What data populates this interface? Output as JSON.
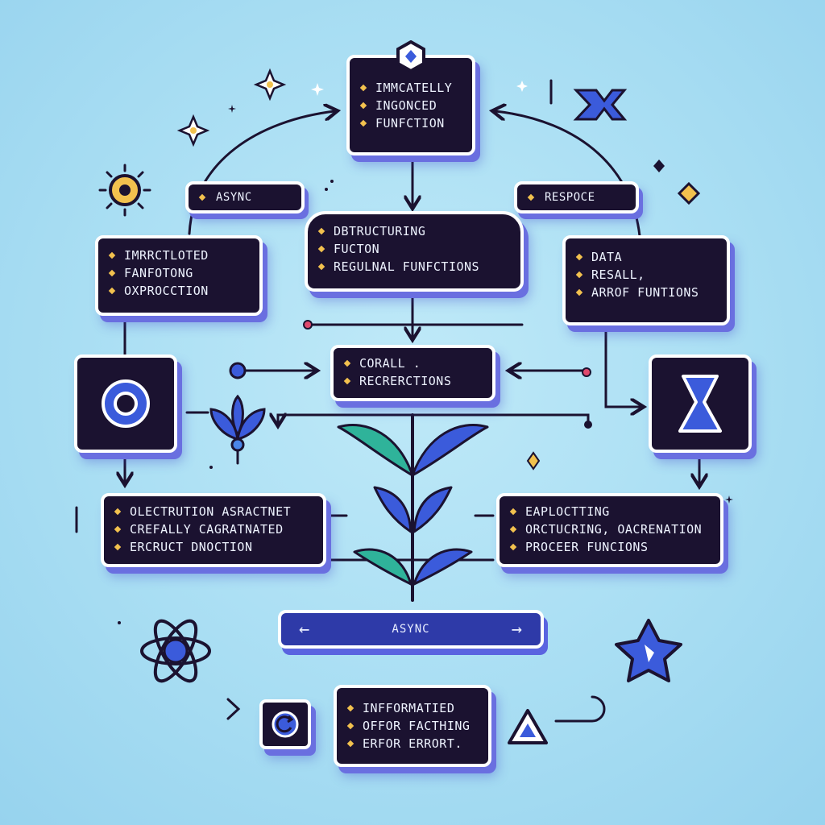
{
  "cards": {
    "top": [
      "IMMCATELLY",
      "INGONCED",
      "FUNFCTION"
    ],
    "middle": [
      "DBTRUCTURING",
      "FUCTON",
      "REGULNAL FUNFCTIONS"
    ],
    "left": [
      "IMRRCTLOTED",
      "FANFOTONG",
      "OXPROCCTION"
    ],
    "right": [
      "DATA",
      "RESALL,",
      "ARROF FUNTIONS"
    ],
    "center": [
      "CORALL .",
      "RECRERCTIONS"
    ],
    "bottom_left": [
      "OLECTRUTION ASRACTNET",
      "CREFALLY CAGRATNATED",
      "ERCRUCT DNOCTION"
    ],
    "bottom_right": [
      "EAPLOCTTING",
      "ORCTUCRING, OACRENATION",
      "PROCEER FUNCIONS"
    ],
    "bottom": [
      "INFFORMATIED",
      "OFFOR FACTHING",
      "ERFOR ERRORT."
    ]
  },
  "pills": {
    "async_left": "ASYNC",
    "respoce": "RESPOCE"
  },
  "async_bar": {
    "label": "ASYNC",
    "left_arrow": "←",
    "right_arrow": "→"
  },
  "icons": {
    "top_badge": "hexagon-icon",
    "left_box": "ring-icon",
    "right_box": "hourglass-icon",
    "bottom_box": "refresh-icon"
  },
  "colors": {
    "background": "#a9def3",
    "card": "#1b1230",
    "card_border": "#ffffff",
    "shadow": "#6a6fe0",
    "bullet": "#f2c14e",
    "accent_blue": "#3b5bdb",
    "accent_green": "#2fb39a"
  }
}
